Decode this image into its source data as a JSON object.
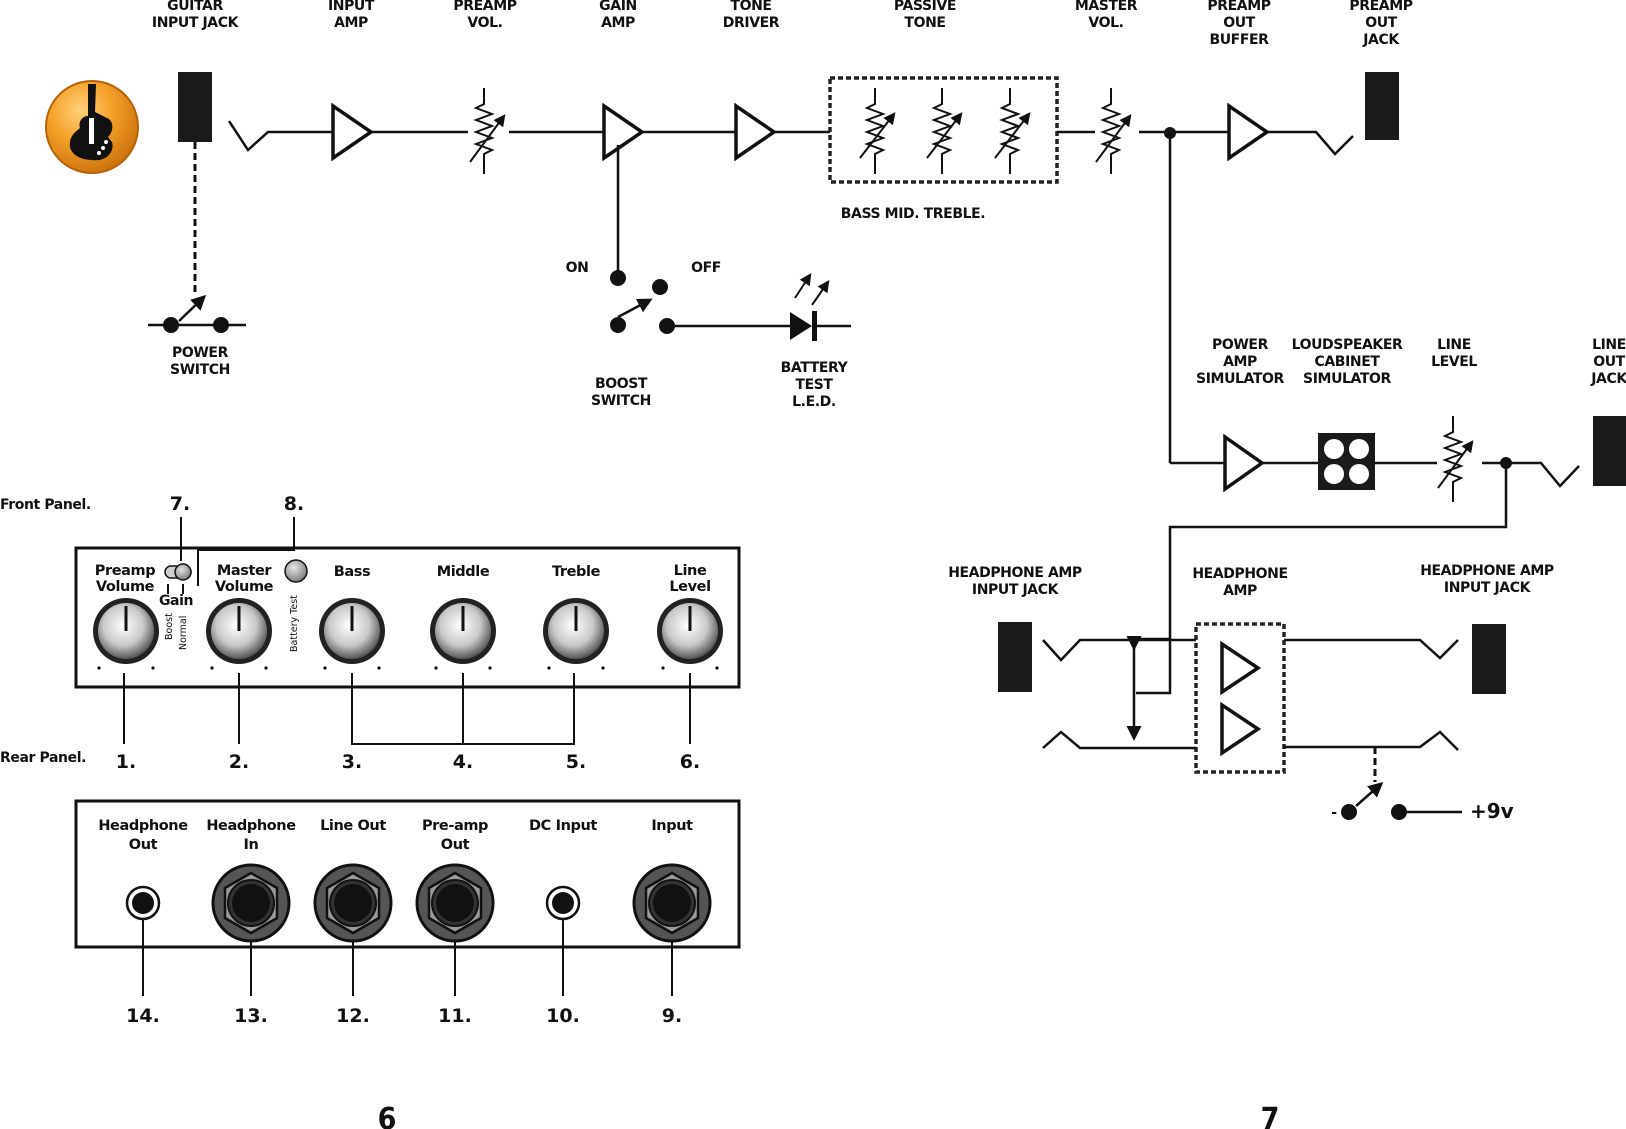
{
  "signal_path": {
    "guitar_input_jack": [
      "GUITAR",
      "INPUT JACK"
    ],
    "input_amp": [
      "INPUT",
      "AMP"
    ],
    "preamp_vol": [
      "PREAMP",
      "VOL."
    ],
    "gain_amp": [
      "GAIN",
      "AMP"
    ],
    "tone_driver": [
      "TONE",
      "DRIVER"
    ],
    "passive_tone": [
      "PASSIVE",
      "TONE"
    ],
    "master_vol": [
      "MASTER",
      "VOL."
    ],
    "preamp_out_buffer": [
      "PREAMP",
      "OUT",
      "BUFFER"
    ],
    "preamp_out_jack": [
      "PREAMP",
      "OUT",
      "JACK"
    ],
    "tone_controls": "BASS  MID.  TREBLE.",
    "power_switch": [
      "POWER",
      "SWITCH"
    ],
    "boost_on": "ON",
    "boost_off": "OFF",
    "boost_switch": [
      "BOOST",
      "SWITCH"
    ],
    "battery_led": [
      "BATTERY",
      "TEST",
      "L.E.D."
    ],
    "power_amp_sim": [
      "POWER",
      "AMP",
      "SIMULATOR"
    ],
    "cabinet_sim": [
      "LOUDSPEAKER",
      "CABINET",
      "SIMULATOR"
    ],
    "line_level": [
      "LINE",
      "LEVEL"
    ],
    "line_out_jack": [
      "LINE",
      "OUT",
      "JACK"
    ],
    "hp_in_jack_left": [
      "HEADPHONE AMP",
      "INPUT JACK"
    ],
    "hp_amp": [
      "HEADPHONE",
      "AMP"
    ],
    "hp_in_jack_right": [
      "HEADPHONE AMP",
      "INPUT JACK"
    ],
    "supply": "+9v",
    "supply_minus": "-"
  },
  "front_panel": {
    "title": "Front Panel.",
    "callout_7": "7.",
    "callout_8": "8.",
    "knobs": [
      {
        "label": [
          "Preamp",
          "Volume"
        ],
        "num": "1."
      },
      {
        "label": [
          "Master",
          "Volume"
        ],
        "num": "2."
      },
      {
        "label": [
          "Bass"
        ],
        "num": "3."
      },
      {
        "label": [
          "Middle"
        ],
        "num": "4."
      },
      {
        "label": [
          "Treble"
        ],
        "num": "5."
      },
      {
        "label": [
          "Line",
          "Level"
        ],
        "num": "6."
      }
    ],
    "gain": "Gain",
    "boost": "Boost",
    "normal": "Normal",
    "battery_test": "Battery Test"
  },
  "rear_panel": {
    "title": "Rear Panel.",
    "jacks": [
      {
        "label": [
          "Headphone",
          "Out"
        ],
        "num": "14.",
        "kind": "mini"
      },
      {
        "label": [
          "Headphone",
          "In"
        ],
        "num": "13.",
        "kind": "large"
      },
      {
        "label": [
          "Line Out"
        ],
        "num": "12.",
        "kind": "large"
      },
      {
        "label": [
          "Pre-amp",
          "Out"
        ],
        "num": "11.",
        "kind": "large"
      },
      {
        "label": [
          "DC Input"
        ],
        "num": "10.",
        "kind": "mini"
      },
      {
        "label": [
          "Input"
        ],
        "num": "9.",
        "kind": "large"
      }
    ]
  },
  "pages": {
    "left": "6",
    "right": "7"
  },
  "colors": {
    "icon_orange": "#f29a1f",
    "ink": "#111111"
  },
  "icons": {
    "guitar_badge": "guitar-icon"
  }
}
